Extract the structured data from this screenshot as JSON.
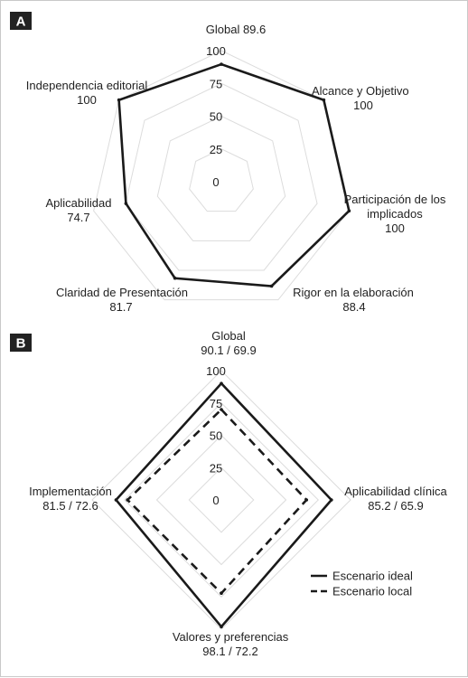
{
  "chart_data": [
    {
      "panel": "A",
      "type": "radar",
      "rmax": 100,
      "ticks": [
        "0",
        "25",
        "50",
        "75",
        "100"
      ],
      "tick_values": [
        0,
        25,
        50,
        75,
        100
      ],
      "axes": [
        {
          "name": "Global",
          "value": 89.6,
          "value_label": "89.6"
        },
        {
          "name": "Alcance y Objetivo",
          "value": 100,
          "value_label": "100"
        },
        {
          "name": "Participación de los implicados",
          "value": 100,
          "value_label": "100"
        },
        {
          "name": "Rigor en la elaboración",
          "value": 88.4,
          "value_label": "88.4"
        },
        {
          "name": "Claridad de Presentación",
          "value": 81.7,
          "value_label": "81.7"
        },
        {
          "name": "Aplicabilidad",
          "value": 74.7,
          "value_label": "74.7"
        },
        {
          "name": "Independencia editorial",
          "value": 100,
          "value_label": "100"
        }
      ],
      "series": [
        {
          "values": [
            89.6,
            100,
            100,
            88.4,
            81.7,
            74.7,
            100
          ],
          "style": "solid"
        }
      ],
      "grid": true
    },
    {
      "panel": "B",
      "type": "radar",
      "rmax": 100,
      "ticks": [
        "0",
        "25",
        "50",
        "75",
        "100"
      ],
      "tick_values": [
        0,
        25,
        50,
        75,
        100
      ],
      "axes": [
        {
          "name": "Global",
          "value_label": "90.1 / 69.9"
        },
        {
          "name": "Aplicabilidad clínica",
          "value_label": "85.2 / 65.9"
        },
        {
          "name": "Valores y preferencias",
          "value_label": "98.1 / 72.2"
        },
        {
          "name": "Implementación",
          "value_label": "81.5 / 72.6"
        }
      ],
      "series": [
        {
          "name": "Escenario ideal",
          "values": [
            90.1,
            85.2,
            98.1,
            81.5
          ],
          "style": "solid"
        },
        {
          "name": "Escenario local",
          "values": [
            69.9,
            65.9,
            72.2,
            72.6
          ],
          "style": "dashed"
        }
      ],
      "legend": "bottom-right",
      "grid": true
    }
  ],
  "panels": {
    "a": {
      "letter": "A",
      "label_lines": [
        [
          "Global 89.6"
        ],
        [
          "Alcance y Objetivo",
          "100"
        ],
        [
          "Participación de los",
          "implicados",
          "100"
        ],
        [
          "Rigor en la elaboración",
          "88.4"
        ],
        [
          "Claridad de Presentación",
          "81.7"
        ],
        [
          "Aplicabilidad",
          "74.7"
        ],
        [
          "Independencia editorial",
          "100"
        ]
      ]
    },
    "b": {
      "letter": "B",
      "label_lines": [
        [
          "Global",
          "90.1 / 69.9"
        ],
        [
          "Aplicabilidad clínica",
          "85.2 / 65.9"
        ],
        [
          "Valores y preferencias",
          "98.1 / 72.2"
        ],
        [
          "Implementación",
          "81.5 / 72.6"
        ]
      ]
    }
  },
  "colors": {
    "series": "#1a1a1a",
    "grid": "#dcdcdc",
    "badge": "#222222"
  }
}
